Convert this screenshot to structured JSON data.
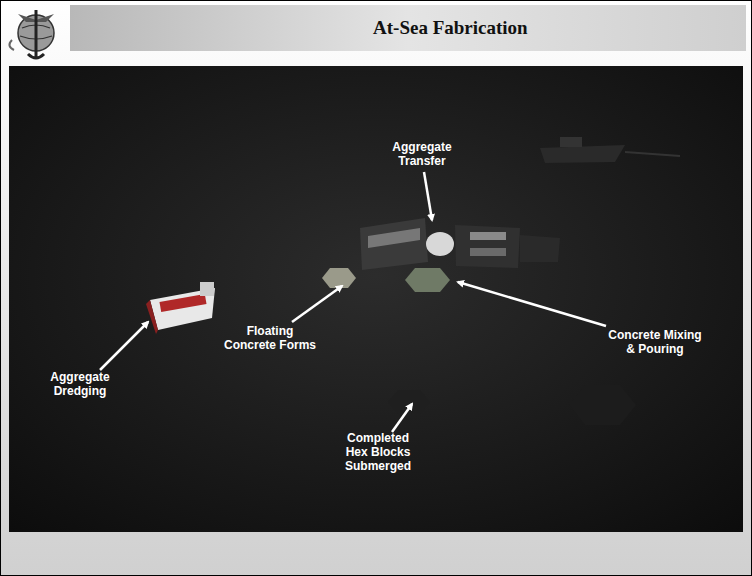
{
  "diagram": {
    "title": "At-Sea Fabrication",
    "labels": [
      "Aggregate Dredging",
      "Aggregate Transfer",
      "Floating Concrete Forms",
      "Concrete Mixing & Pouring",
      "Completed Hex Blocks Submerged"
    ]
  }
}
